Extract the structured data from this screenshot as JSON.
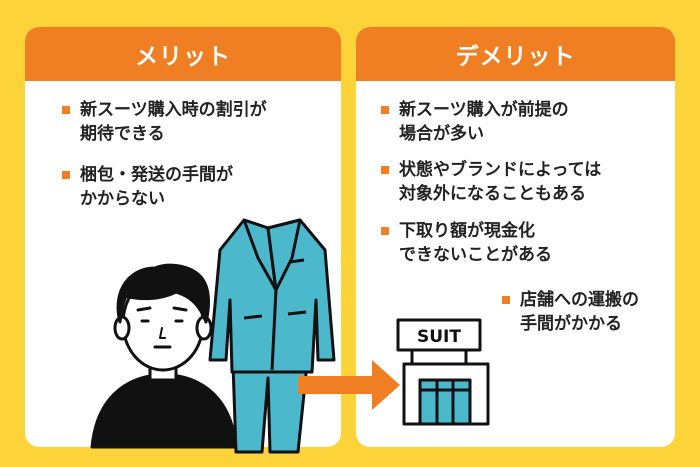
{
  "merit": {
    "title": "メリット",
    "items": [
      {
        "line1": "新スーツ購入時の割引が",
        "line2": "期待できる"
      },
      {
        "line1": "梱包・発送の手間が",
        "line2": "かからない"
      }
    ]
  },
  "demerit": {
    "title": "デメリット",
    "items": [
      {
        "line1": "新スーツ購入が前提の",
        "line2": "場合が多い"
      },
      {
        "line1": "状態やブランドによっては",
        "line2": "対象外になることもある"
      },
      {
        "line1": "下取り額が現金化",
        "line2": "できないことがある"
      },
      {
        "line1": "店舗への運搬の",
        "line2": "手間がかかる"
      }
    ]
  },
  "store_sign": "SUIT",
  "colors": {
    "background": "#FCD43A",
    "accent": "#F07E22",
    "suit": "#4BB8CC",
    "panel": "#FFFFFF"
  }
}
